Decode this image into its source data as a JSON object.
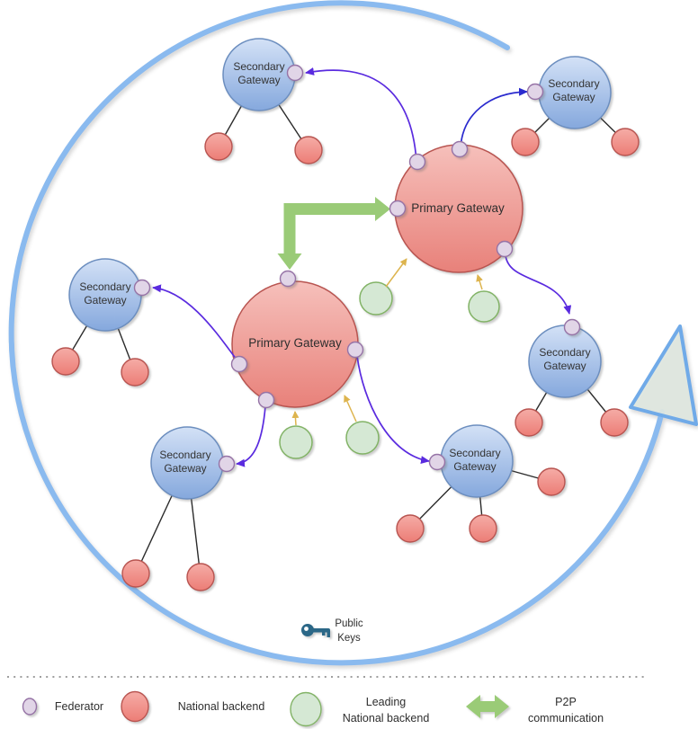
{
  "diagram": {
    "primary_gateways": [
      {
        "label": "Primary Gateway"
      },
      {
        "label": "Primary Gateway"
      }
    ],
    "secondary_gateways": [
      {
        "label": "Secondary Gateway"
      },
      {
        "label": "Secondary Gateway"
      },
      {
        "label": "Secondary Gateway"
      },
      {
        "label": "Secondary Gateway"
      },
      {
        "label": "Secondary Gateway"
      },
      {
        "label": "Secondary Gateway"
      }
    ],
    "public_keys_label": "Public\nKeys"
  },
  "legend": {
    "items": [
      {
        "label": "Federator"
      },
      {
        "label": "National backend"
      },
      {
        "label": "Leading\nNational backend"
      },
      {
        "label": "P2P\ncommunication"
      }
    ]
  },
  "colors": {
    "secondary_gateway_fill_top": "#d3e1f6",
    "secondary_gateway_fill_bottom": "#85a8dd",
    "secondary_gateway_stroke": "#6c8ebf",
    "primary_gateway_fill_top": "#f6c0bb",
    "primary_gateway_fill_bottom": "#e8817a",
    "primary_gateway_stroke": "#b85450",
    "national_backend_stroke": "#b85450",
    "federator_fill": "#e1d5e7",
    "federator_stroke": "#9673a6",
    "leading_backend_fill": "#d5e8d4",
    "leading_backend_stroke": "#82b366",
    "p2p_arrow_green": "#9acb77",
    "sync_arrow_violet": "#5a2bdf",
    "sync_arrow_blue": "#2a2ace",
    "upload_arrow_yellow": "#ddb44e",
    "cycle_arc_blue": "#8abaef",
    "key_icon_color": "#2b6787"
  }
}
